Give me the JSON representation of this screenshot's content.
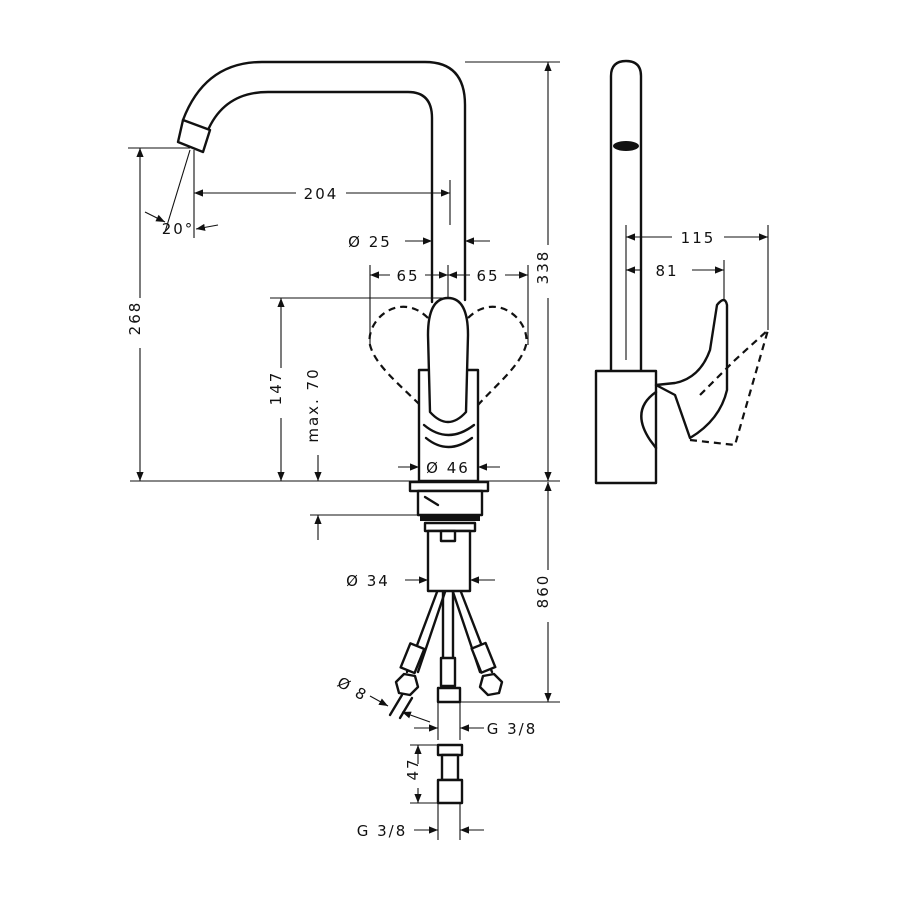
{
  "drawing": {
    "front_view": {
      "spout_reach": "204",
      "spout_angle": "20°",
      "pipe_diameter": "Ø 25",
      "lever_swing_left": "65",
      "lever_swing_right": "65",
      "total_height": "338",
      "outlet_height": "268",
      "lever_height": "147",
      "max_deck_thickness": "max. 70",
      "body_diameter": "Ø 46",
      "shank_diameter": "Ø 34",
      "hose_length": "860",
      "hose_diameter": "Ø 8",
      "hose_thread": "G 3/8",
      "adapter_length": "47",
      "adapter_thread": "G 3/8"
    },
    "side_view": {
      "lever_reach_open": "115",
      "lever_reach": "81"
    }
  }
}
